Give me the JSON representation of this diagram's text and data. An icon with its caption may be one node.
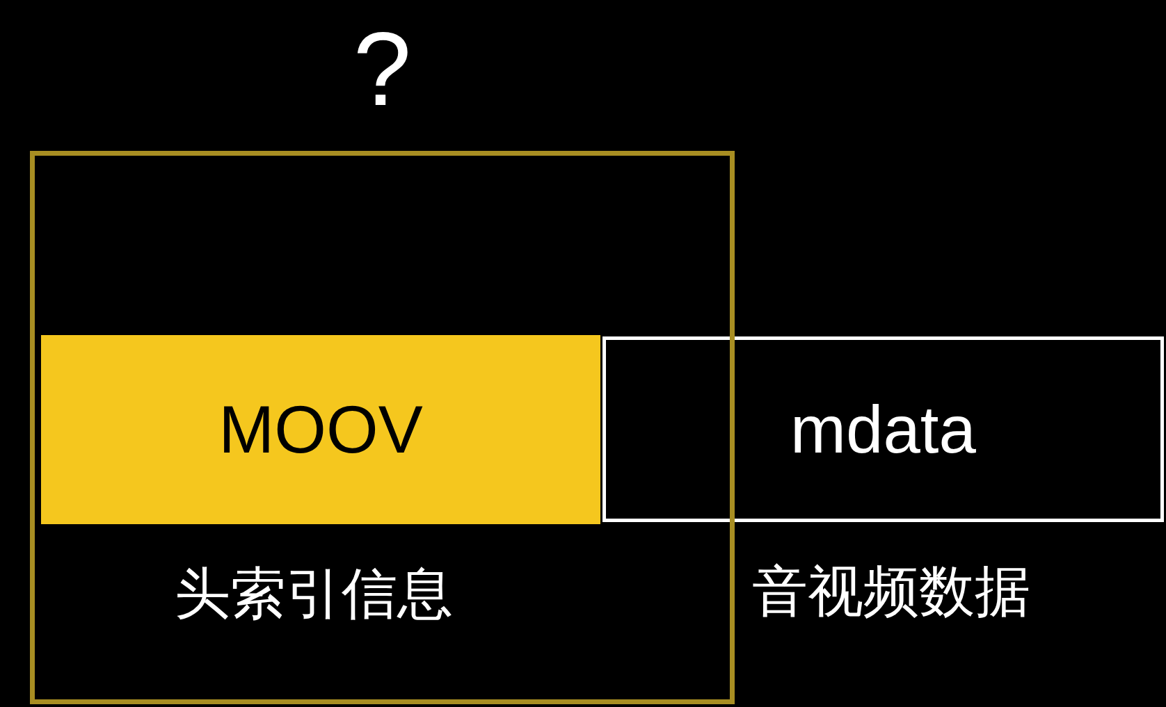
{
  "diagram": {
    "nodes": [
      {
        "text": [
          "?"
        ]
      },
      {
        "text": [
          "MOOV"
        ],
        "in": 0,
        "beside": [
          "头索引信息"
        ]
      },
      {
        "text": [
          "mdata"
        ],
        "beside": [
          "音视频数据"
        ]
      }
    ]
  }
}
